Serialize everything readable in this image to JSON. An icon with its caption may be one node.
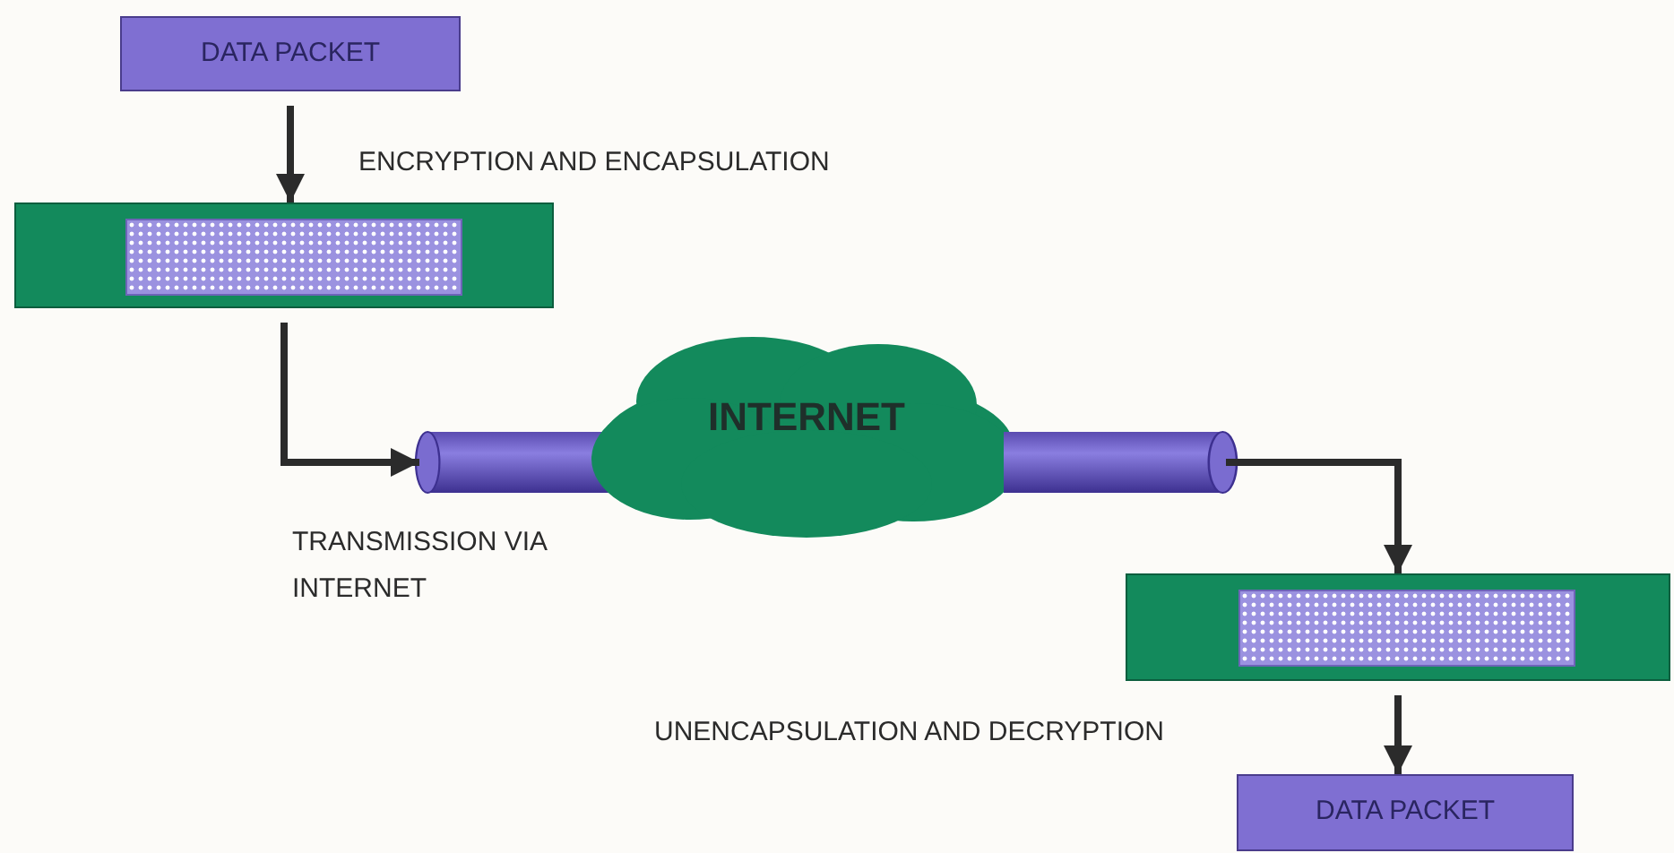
{
  "diagram": {
    "nodes": [
      {
        "text": [
          "DATA PACKET"
        ]
      },
      {
        "text": [],
        "shape": "bar"
      },
      {
        "text": [],
        "shape": "box",
        "in": 1
      },
      {
        "text": [],
        "shape": "tube"
      },
      {
        "text": [
          "INTERNET"
        ]
      },
      {
        "text": [],
        "shape": "tube"
      },
      {
        "text": [],
        "shape": "bar"
      },
      {
        "text": [],
        "shape": "box",
        "in": 6
      },
      {
        "text": [
          "DATA PACKET"
        ]
      }
    ],
    "edges": [
      {
        "from": 0,
        "to": 1,
        "arrow": "to"
      },
      {
        "from": 1,
        "to": 3,
        "arrow": "to"
      },
      {
        "from": 5,
        "to": 6,
        "arrow": "to"
      },
      {
        "from": 6,
        "to": 8,
        "arrow": "to"
      }
    ],
    "labels": [
      "ENCRYPTION AND ENCAPSULATION",
      "TRANSMISSION VIA INTERNET",
      "UNENCAPSULATION AND DECRYPTION"
    ]
  }
}
